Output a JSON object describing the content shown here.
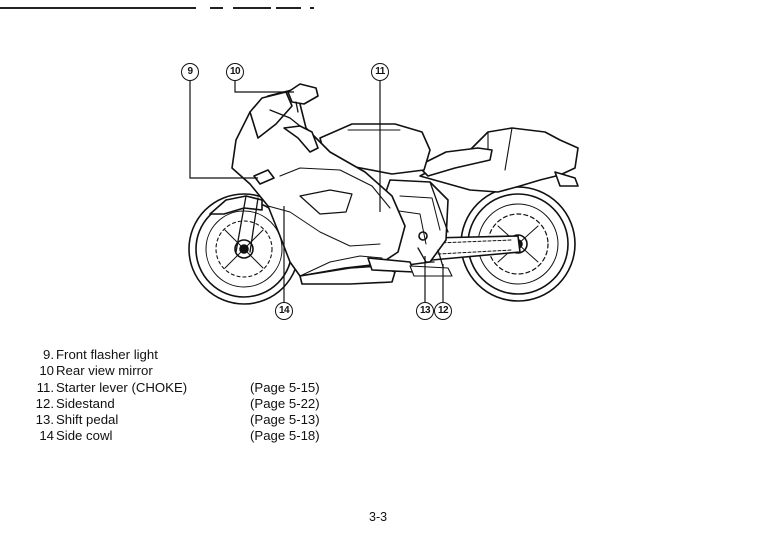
{
  "figure": {
    "callouts": {
      "c9": "9",
      "c10": "10",
      "c11": "11",
      "c12": "12",
      "c13": "13",
      "c14": "14"
    }
  },
  "legend": {
    "items": [
      {
        "num": "9.",
        "name": "Front flasher light",
        "page": ""
      },
      {
        "num": "10",
        "name": "Rear view mirror",
        "page": ""
      },
      {
        "num": "11.",
        "name": "Starter lever (CHOKE)",
        "page": "(Page 5-15)"
      },
      {
        "num": "12.",
        "name": "Sidestand",
        "page": "(Page 5-22)"
      },
      {
        "num": "13.",
        "name": "Shift pedal",
        "page": "(Page 5-13)"
      },
      {
        "num": "14",
        "name": "Side cowl",
        "page": "(Page 5-18)"
      }
    ]
  },
  "footer": {
    "page_number": "3-3"
  }
}
